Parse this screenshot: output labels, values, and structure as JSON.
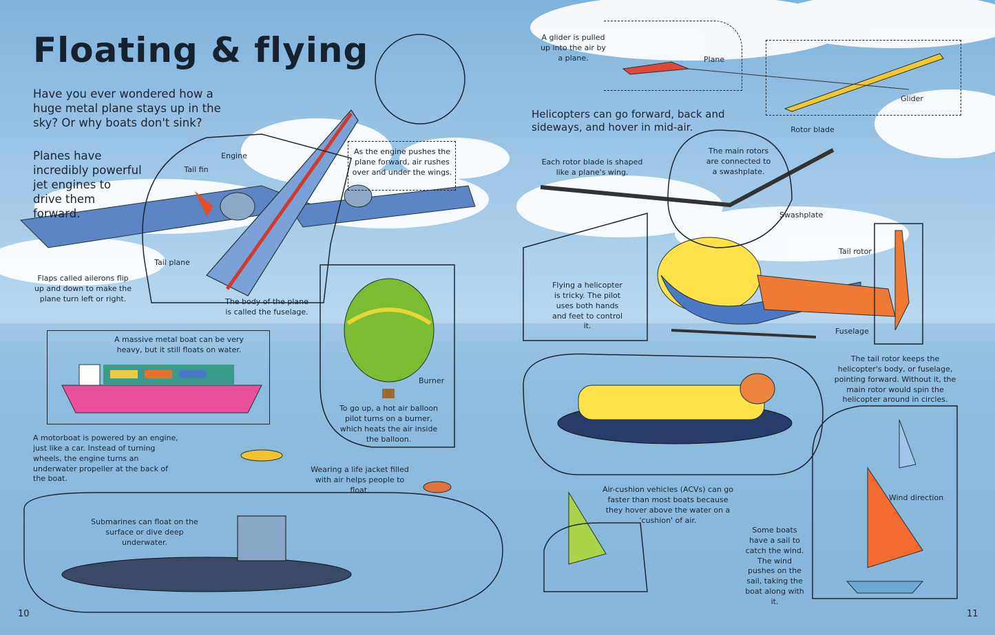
{
  "title": "Floating & flying",
  "intro": {
    "question": "Have you ever wondered how a huge metal plane stays up in the sky? Or why boats don't sink?",
    "planes": "Planes have incredibly powerful jet engines to drive them forward."
  },
  "plane": {
    "engine": "Engine",
    "tail_fin": "Tail fin",
    "tail_plane": "Tail plane",
    "ailerons": "Flaps called ailerons flip up and down to make the plane turn left or right.",
    "fuselage": "The body of the plane is called the fuselage.",
    "air": "As the engine pushes the plane forward, air rushes over and under the wings."
  },
  "balloon": {
    "burner": "Burner",
    "text": "To go up, a hot air balloon pilot turns on a burner, which heats the air inside the balloon."
  },
  "ship": {
    "text": "A massive metal boat can be very heavy, but it still floats on water."
  },
  "motorboat": {
    "text": "A motorboat is powered by an engine, just like a car. Instead of turning wheels, the engine turns an underwater propeller at the back of the boat."
  },
  "lifejacket": {
    "text": "Wearing a life jacket filled with air helps people to float."
  },
  "submarine": {
    "text": "Submarines can float on the surface or dive deep underwater."
  },
  "glider": {
    "text": "A glider is pulled up into the air by a plane.",
    "plane": "Plane",
    "glider": "Glider"
  },
  "helicopter": {
    "intro": "Helicopters can go forward, back and sideways, and hover in mid-air.",
    "rotor_blade": "Rotor blade",
    "rotor_shape": "Each rotor blade is shaped like a plane's wing.",
    "main_rotors": "The main rotors are connected to a swashplate.",
    "swashplate": "Swashplate",
    "tail_rotor": "Tail rotor",
    "pilot": "Flying a helicopter is tricky. The pilot uses both hands and feet to control it.",
    "fuselage": "Fuselage",
    "tail_text": "The tail rotor keeps the helicopter's body, or fuselage, pointing forward. Without it, the main rotor would spin the helicopter around in circles."
  },
  "acv": {
    "text": "Air-cushion vehicles (ACVs) can go faster than most boats because they hover above the water on a 'cushion' of air."
  },
  "sail": {
    "wind": "Wind direction",
    "text": "Some boats have a sail to catch the wind. The wind pushes on the sail, taking the boat along with it."
  },
  "pages": {
    "left": "10",
    "right": "11"
  }
}
